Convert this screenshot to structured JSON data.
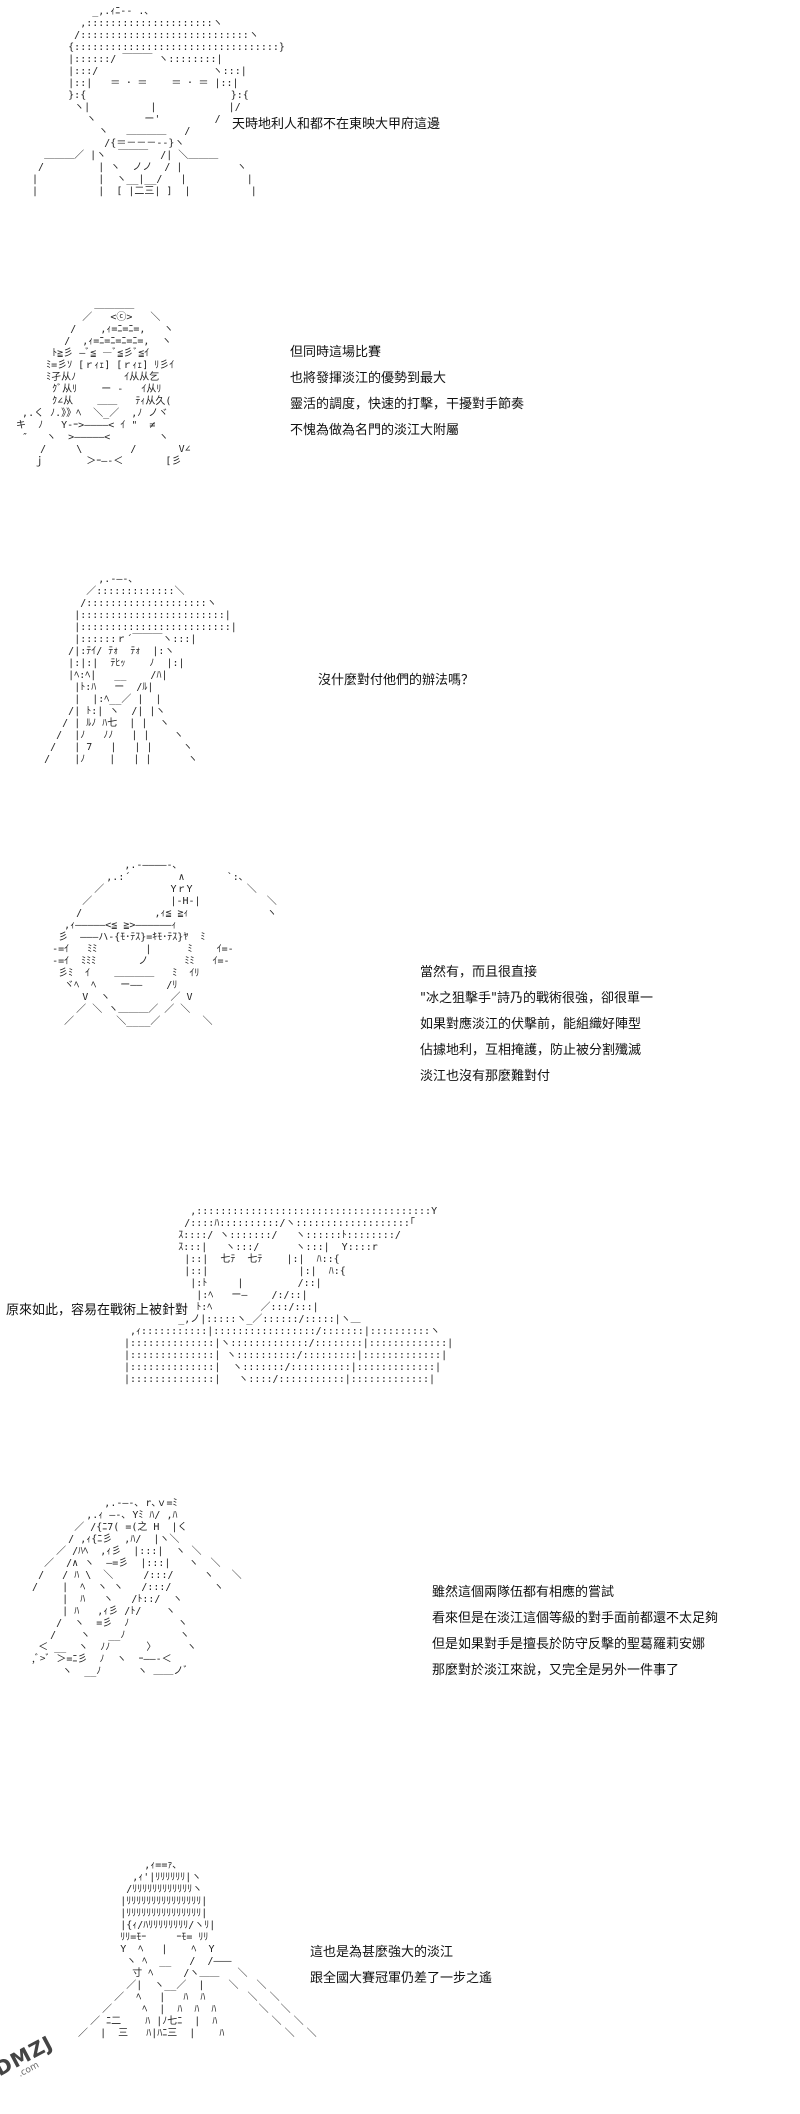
{
  "panels": [
    {
      "art": "            _,.ｨﾆ-‐ .､\n          ,:::::::::::::::::::::ヽ\n         /::::::::::::::::::::::::::::ヽ\n        {::::::::::::::::::::::::::::::::::}\n        |::::::/ ￣￣￣ ヽ::::::::|\n        |:::/                   ヽ:::|\n        |::|   ＝ ･ ＝    ＝ ･ ＝ |::|\n        }:{                        }:{\n         ヽ|          |            |/\n           ヽ        ー'         /\n             ヽ   ＿＿＿＿   /\n              /{＝－－－--}ヽ\n    ＿＿＿／ |ヽ  ￣￣￣  /| ＼＿＿＿\n   /         | ヽ  ノノ  / |         ヽ\n  |          |  ヽ__|__/   |          |\n  |          |  [ |二三| ]  |          |",
      "lines": [
        "天時地利人和都不在東映大甲府這邊"
      ]
    },
    {
      "art": "               ＿＿＿＿\n             ／   <ⓒ>   ＼\n           /    ,ｨ=ﾆ=ﾆ=,   ヽ\n          /  ,ｨ=ﾆ=ﾆ=ﾆ=ﾆ=,  ヽ\n        ﾄ≧彡 ―ﾞ≦ ―ﾞ≦彡ﾞ≦ｲ\n       ﾐ=彡ｿ [ｒｨｪ] [ｒｨｪ] ﾘ彡ｲ\n       ﾐ孑从ﾉ        ｲ从从乞\n        ｸﾞ从ﾘ    ー ‐   ｲ从ﾘ\n        ｸ∠从    ＿＿   ﾃｨ从久(\n   ,.く ﾉ.》》ﾍ  ＼_／  ,ﾉ ノヾ\n  キ  ﾉ   Y-ｰ>――――< ｲ \"  ≠\n   ″   ヽ  >―――――<        ヽ\n      /     \\        /       V∠\n     ｊ       ＞ｰ―‐＜       [彡",
      "lines": [
        "但同時這場比賽",
        "也將發揮淡江的優勢到最大",
        "靈活的調度，快速的打擊，干擾對手節奏",
        "不愧為做為名門的淡江大附屬"
      ]
    },
    {
      "art": "              ,.-―-､\n            ／:::::::::::::＼\n           /::::::::::::::::::::ヽ\n          |::::::::::::::::::::::::|\n          |:::::::::::::::::::::::::|\n          |::::::ｒ´￣￣￣ヽ:::|\n         /|:ﾃｲ/ ﾃｫ  ﾃｫ  |:ヽ\n         |:|:|  ﾃﾋｯ    ﾉ  |:|\n         |ﾍ:ﾍ|   __    /ﾊ|\n          |ﾄ:ﾊ   ー  /ﾙ|\n          |  |:ﾍ__／ |  |\n         /| ﾄ:| ヽ  /| |ヽ\n        / | ﾙﾉ ﾊ七  | |  ヽ\n       /  |ﾉ   ﾉﾉ   | |    ヽ\n      /   | 7   |   | |     ヽ\n     /    |ﾉ    |   | |      ヽ",
      "lines": [
        "沒什麼對付他們的辦法嗎？"
      ]
    },
    {
      "art": "                 ,.-――――-､\n              ,.:´        ∧       `:､\n            ／           YｒY         ＼\n          ／             |-H-|           ＼\n         /            ,ｨ≦ ≧ｨ             ヽ\n       ,ｨ―――――<≦ ≧>――――――ｨ\n      彡  ―――ハ-{ﾓ･ﾃｽ}=ｷﾓ･ﾃｽ}ﾔ  ﾐ\n     -=ｲ   ﾐﾐ        |      ﾐ    ｲ=-\n     -=ｲ  ﾐﾐﾐ       ノ      ﾐﾐ   ｲ=-\n      彡ﾐ  ｲ    ＿＿＿＿   ﾐ  ｲﾘ\n       ヾﾍ  ﾍ    ー――    /ﾘ\n          V  ヽ          ／ V\n         ／ ＼ ヽ＿＿＿／ ／ ＼\n       ／       ＼____／       ＼",
      "lines": [
        "當然有，而且很直接",
        "\"冰之狙擊手\"詩乃的戰術很強，卻很單一",
        "如果對應淡江的伏擊前，能組織好陣型",
        "佔據地利，互相掩護，防止被分割殲滅",
        "淡江也沒有那麼難對付"
      ]
    },
    {
      "art": "            ,:::::::::::::::::::::::::::::::::::::::Y\n           /::::ﾊ::::::::::/ヽ:::::::::::::::::::｢\n          ｽ::::/ ヽ:::::::/   ヽ::::::ﾄ::::::::/\n          ｽ:::|   ヽ:::/      ヽ:::|  Y::::r\n           |::|  七ﾃ  七ﾃ    |:|  ﾊ::{\n           |::|               |:|  ﾊ:{\n            |:ﾄ     |         /::|\n             |:ﾍ   ー―    /:/::|\n             ﾄ:ﾍ        ／:::/:::|\n          _,ノ|:::::ヽ_／::::::/:::::|ヽ＿\n  ,ｨ:::::::::::|:::::::::::::::::/:::::::|::::::::::ヽ\n |::::::::::::::|ヽ:::::::::::::/::::::::|:::::::::::::|\n |::::::::::::::| ヽ::::::::::/:::::::::|:::::::::::::|\n |::::::::::::::|  ヽ:::::::/::::::::::|:::::::::::::|\n |::::::::::::::|   ヽ::::/:::::::::::|:::::::::::::|",
      "lines": [
        "原來如此，容易在戰術上被針對"
      ]
    },
    {
      "art": "               ,.-―-､ r､ｖ=ﾐ\n            ,.ｨ ―-､ Yﾐ ﾊ/ ,ﾊ\n          ／ /{ﾆ7( =(之 H  |く\n         / ,ｨ{ﾆ彡  ,ﾊ/  |ヽ＼\n       ／ /ﾊﾍ  ,ｨ彡  |:::|  ヽ ＼\n     ／  /∧ ヽ  ―=彡  |:::|   ヽ  ＼\n    /   / ﾊ \\  ＼     /:::/     ヽ   ＼\n   /    |  ﾍ  ヽ ヽ   /:::/       ヽ\n        |  ﾊ   ヽ   /ﾄ::/  ヽ\n        | ﾊ   ,ｨ彡 /ﾄ/    ヽ\n       /  ヽ  =彡  ﾉ        ヽ\n      /    ヽ   __ﾉ         ヽ\n    ＜ __  ヽ  ﾉﾉ      〉     ヽ\n   ,ﾞ>ﾞ ＞=ﾆ彡  ﾉ  ヽ  ｰ――‐＜\n        ヽ  __ﾉ      ヽ ＿＿ノﾞ",
      "lines": [
        "雖然這個兩隊伍都有相應的嘗試",
        "看來但是在淡江這個等級的對手面前都還不太足夠",
        "但是如果對手是擅長於防守反擊的聖葛羅莉安娜",
        "那麼對於淡江來說，又完全是另外一件事了"
      ]
    },
    {
      "art": "              ,ｨ==ｧ､\n            ,ｨ'|ﾘﾘﾘﾘﾘﾘ|ヽ\n           /ﾘﾘﾘﾘﾘﾘﾘﾘﾘﾘﾘﾘヽ\n          |ﾘﾘﾘﾘﾘﾘﾘﾘﾘﾘﾘﾘﾘﾘﾘ|\n          |ﾘﾘﾘﾘﾘﾘﾘﾘﾘﾘﾘﾘﾘﾘﾘ|\n          |{ｨ/ﾊﾘﾘﾘﾘﾘﾘﾘﾘ/ヽﾘ|\n          ﾘﾘ=ﾓｰ     ｰﾓ= ﾘﾘ\n          Y  ﾍ   |    ﾍ  Y\n           ヽ ﾍ  __   /  /―――\n            寸 ﾍ     /ヽ＿＿   ＼\n           ／|  ヽ__／  |    ＼   ＼\n         ／  ﾍ   |   ﾊ  ﾊ       ＼  ＼\n       ／     ﾍ  |  ﾊ  ﾊ  ﾊ       ＼  ＼\n     ／ ﾆ二    ﾊ |ﾉ七ﾆ  |  ﾊ         ＼  ＼\n   ／  |  三   ﾊ|ﾊﾆ三  |    ﾊ          ＼  ＼",
      "lines": [
        "這也是為甚麼強大的淡江",
        "跟全國大賽冠軍仍差了一步之遙"
      ]
    }
  ],
  "watermark": {
    "main": "DMZJ",
    "sub": ".com"
  }
}
